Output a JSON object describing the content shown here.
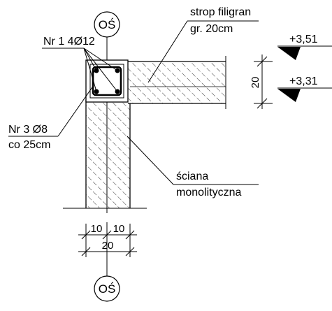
{
  "axis": {
    "top_label": "OŚ",
    "bottom_label": "OŚ"
  },
  "slab": {
    "line1": "strop filigran",
    "line2": "gr. 20cm"
  },
  "rebar_main": {
    "label": "Nr 1 4Ø12"
  },
  "stirrup": {
    "line1": "Nr 3 Ø8",
    "line2": "co 25cm"
  },
  "wall": {
    "line1": "ściana",
    "line2": "monolityczna"
  },
  "levels": {
    "top": "+3,51",
    "bottom": "+3,31"
  },
  "dims": {
    "slab_thickness": "20",
    "wall_part_left": "10",
    "wall_part_right": "10",
    "wall_total": "20"
  },
  "colors": {
    "line": "#000000",
    "background": "#ffffff"
  }
}
